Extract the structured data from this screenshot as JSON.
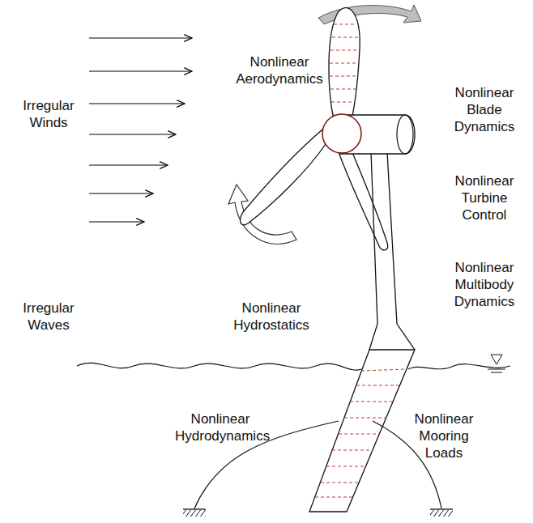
{
  "diagram": {
    "labels": [
      "Irregular Winds",
      "Nonlinear Aerodynamics",
      "Nonlinear Blade Dynamics",
      "Nonlinear Turbine Control",
      "Nonlinear Multibody Dynamics",
      "Nonlinear Hydrostatics",
      "Irregular Waves",
      "Nonlinear Hydrodynamics",
      "Nonlinear Mooring Loads"
    ]
  }
}
